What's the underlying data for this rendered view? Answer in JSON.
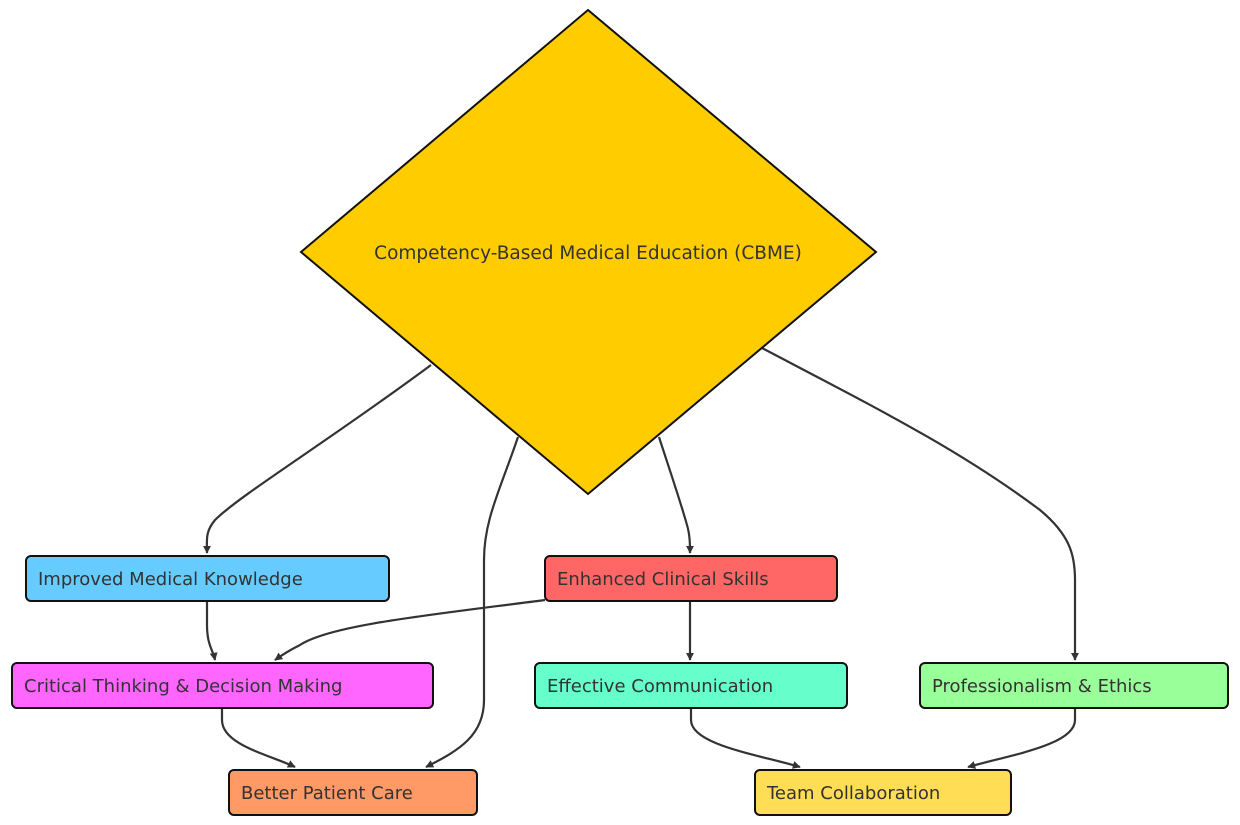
{
  "diagram": {
    "type": "flowchart",
    "root": {
      "id": "cbme",
      "label": "Competency-Based Medical Education (CBME)",
      "shape": "diamond",
      "color": "#FFCC00"
    },
    "nodes": [
      {
        "id": "knowledge",
        "label": "Improved Medical Knowledge",
        "color": "#66CCFF"
      },
      {
        "id": "clinical",
        "label": "Enhanced Clinical Skills",
        "color": "#FF6666"
      },
      {
        "id": "critical",
        "label": "Critical Thinking & Decision Making",
        "color": "#FF66FF"
      },
      {
        "id": "communication",
        "label": "Effective Communication",
        "color": "#66FFCC"
      },
      {
        "id": "professionalism",
        "label": "Professionalism & Ethics",
        "color": "#99FF99"
      },
      {
        "id": "patient_care",
        "label": "Better Patient Care",
        "color": "#FF9966"
      },
      {
        "id": "team",
        "label": "Team Collaboration",
        "color": "#FFDD55"
      }
    ],
    "edges": [
      {
        "from": "cbme",
        "to": "knowledge"
      },
      {
        "from": "cbme",
        "to": "clinical"
      },
      {
        "from": "cbme",
        "to": "professionalism"
      },
      {
        "from": "cbme",
        "to": "patient_care"
      },
      {
        "from": "knowledge",
        "to": "critical"
      },
      {
        "from": "clinical",
        "to": "critical"
      },
      {
        "from": "clinical",
        "to": "communication"
      },
      {
        "from": "critical",
        "to": "patient_care"
      },
      {
        "from": "communication",
        "to": "team"
      },
      {
        "from": "professionalism",
        "to": "team"
      }
    ]
  }
}
